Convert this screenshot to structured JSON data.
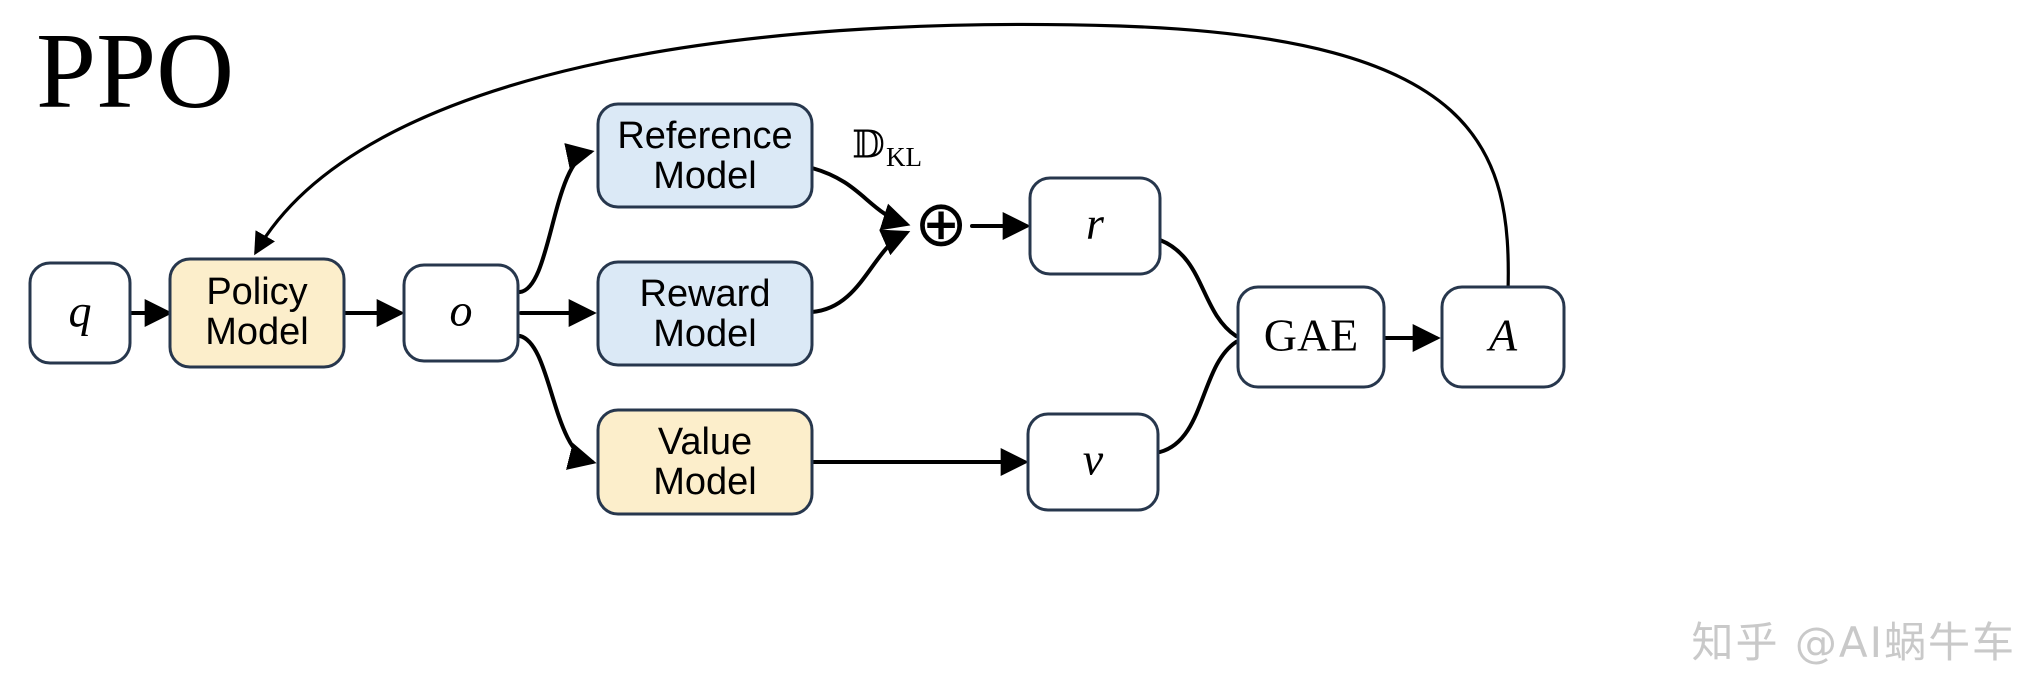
{
  "figure": {
    "title": "PPO",
    "watermark": "知乎 @AI蜗牛车",
    "kl_label_main": "𝔻",
    "kl_label_sub": "KL",
    "oplus_symbol": "⊕"
  },
  "colors": {
    "box_stroke": "#27374d",
    "fill_white": "#ffffff",
    "fill_blue": "#dbe9f6",
    "fill_cream": "#fceecb",
    "edge": "#000000",
    "watermark": "#c9c9c9"
  },
  "nodes": [
    {
      "id": "q",
      "label": "q",
      "fill": "white",
      "style": "serif-italic"
    },
    {
      "id": "policy_model",
      "label_line1": "Policy",
      "label_line2": "Model",
      "fill": "cream",
      "style": "sans"
    },
    {
      "id": "o",
      "label": "o",
      "fill": "white",
      "style": "serif-italic"
    },
    {
      "id": "reference_model",
      "label_line1": "Reference",
      "label_line2": "Model",
      "fill": "blue",
      "style": "sans"
    },
    {
      "id": "reward_model",
      "label_line1": "Reward",
      "label_line2": "Model",
      "fill": "blue",
      "style": "sans"
    },
    {
      "id": "value_model",
      "label_line1": "Value",
      "label_line2": "Model",
      "fill": "cream",
      "style": "sans"
    },
    {
      "id": "r",
      "label": "r",
      "fill": "white",
      "style": "serif-italic"
    },
    {
      "id": "v",
      "label": "v",
      "fill": "white",
      "style": "serif-italic"
    },
    {
      "id": "gae",
      "label": "GAE",
      "fill": "white",
      "style": "serif"
    },
    {
      "id": "A",
      "label": "A",
      "fill": "white",
      "style": "serif-italic"
    }
  ],
  "edges": [
    {
      "from": "q",
      "to": "policy_model",
      "kind": "straight-arrow"
    },
    {
      "from": "policy_model",
      "to": "o",
      "kind": "straight-arrow"
    },
    {
      "from": "o",
      "to": "reference_model",
      "kind": "curved-arrow"
    },
    {
      "from": "o",
      "to": "reward_model",
      "kind": "straight-arrow"
    },
    {
      "from": "o",
      "to": "value_model",
      "kind": "curved-arrow"
    },
    {
      "from": "reference_model",
      "to": "oplus",
      "kind": "curved-arrow",
      "label": "𝔻 KL"
    },
    {
      "from": "reward_model",
      "to": "oplus",
      "kind": "curved-arrow"
    },
    {
      "from": "oplus",
      "to": "r",
      "kind": "straight-arrow"
    },
    {
      "from": "value_model",
      "to": "v",
      "kind": "straight-arrow"
    },
    {
      "from": "r",
      "to": "gae",
      "kind": "curved-line"
    },
    {
      "from": "v",
      "to": "gae",
      "kind": "curved-line"
    },
    {
      "from": "gae",
      "to": "A",
      "kind": "straight-arrow"
    },
    {
      "from": "A",
      "to": "policy_model",
      "kind": "feedback-arc"
    }
  ]
}
